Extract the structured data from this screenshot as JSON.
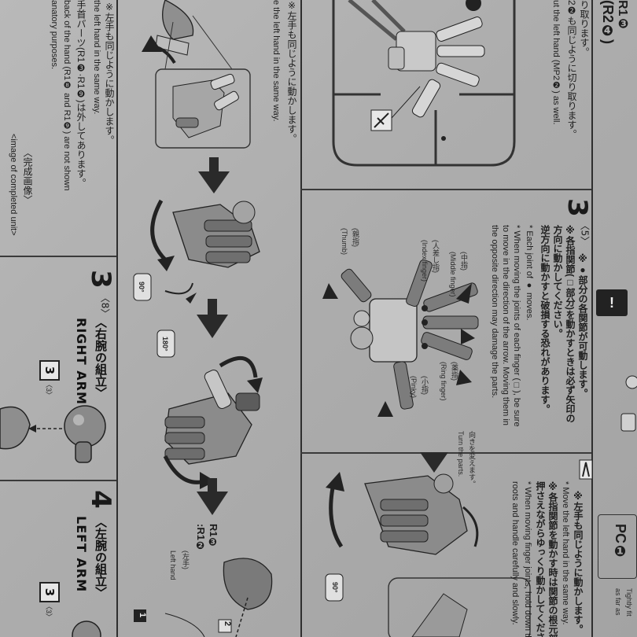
{
  "page": {
    "left_col": {
      "jp_note1": "※左手も同じように動かします。",
      "en_note1": "e the left hand in the same way.",
      "jp_note2": "手首パーツ(R1❸·R1❾)は外してあります。",
      "en_note2a": "the left hand in the same way.",
      "en_note2b": "back of the hand (R1❽ and R1❾) are not shown",
      "en_note2c": "anatory purposes.",
      "completed_jp": "〈完成画像〉",
      "completed_en": "<image of completed unit>"
    },
    "mid_col": {
      "jp_left_hand": "※左手も同じように動かします。",
      "en_left_hand": "e the left hand in the same way.",
      "rotate1": "90°",
      "rotate2": "180°",
      "part_label_a": "R1❸",
      "part_label_b": ":R1❷",
      "left_hand_jp": "(左手)",
      "left_hand_en": "Left hand",
      "arrow_num": "1",
      "arrow_num2": "2"
    },
    "step3_right_arm": {
      "number": "3",
      "sub": "〈8〉",
      "title_jp": "〈右腕の組立〉",
      "title_en": "RIGHT ARM",
      "badge": "3",
      "badge_sub": "〈3〉"
    },
    "step4_left_arm": {
      "number": "4",
      "title_jp": "〈左腕の組立〉",
      "title_en": "LEFT ARM",
      "badge": "3",
      "badge_sub": "〈3〉"
    },
    "runner_col": {
      "jp_cut": "り取ります。",
      "jp_cut2": "2❷も同じように切り取ります。",
      "en_cut": "ut the left hand (MP2❷) as well."
    },
    "step3_fingers": {
      "number": "3",
      "sub": "〈5〉",
      "jp1": "※●部分の各関節が可動します。",
      "jp2": "※各指関節(□部分)を動かすときは必ず矢印の",
      "jp3": "方向に動かしてください。",
      "jp4": "逆方向に動かすと破損する恐れがあります。",
      "en1": "* Each joint of ● moves.",
      "en2": "* When moving the joints of each finger (□), be sure",
      "en3": "to move in the direction of the arrow. Moving them in",
      "en4": "the opposite direction may damage the parts.",
      "middle_jp": "(中指)",
      "middle_en": "(Middle finger)",
      "index_jp": "(人差し指)",
      "index_en": "(Index finger)",
      "thumb_jp": "(親指)",
      "thumb_en": "(Thumb)",
      "ring_jp": "(薬指)",
      "ring_en": "(Ring finger)",
      "pinky_jp": "(小指)",
      "pinky_en": "(Pinky)",
      "turn_jp": "向きを変えます。",
      "turn_en": "Turn the parts.",
      "rotate": "90°"
    },
    "right_col": {
      "code_top": "R1❸",
      "code": "(R2❹)",
      "warn": "!",
      "jp_left": "※左手も同じように動かします。",
      "en_left": "* Move the left hand in the same way.",
      "jp_finger1": "※各指関節を動かす時は関節の根元部分を",
      "jp_finger2": "押さえながらゆっくり動かしてください。",
      "en_finger1": "* When moving finger joints, hold down the",
      "en_finger2": "roots and handle carefully and slowly.",
      "pc": "PC❶",
      "tight1": "Tightly fit",
      "tight2": "as far as"
    }
  }
}
